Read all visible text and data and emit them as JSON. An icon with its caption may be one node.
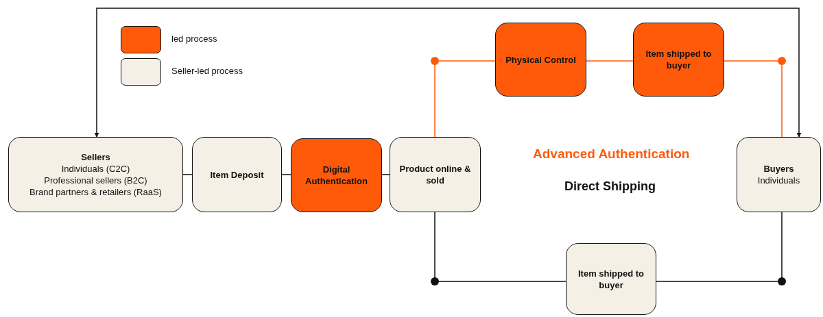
{
  "diagram": {
    "nodes": [
      {
        "text": [
          "Sellers",
          "Individuals (C2C)",
          "Professional sellers (B2C)",
          "Brand partners & retailers (RaaS)"
        ]
      },
      {
        "text": [
          "Item Deposit"
        ]
      },
      {
        "text": [
          "Digital Authentication"
        ]
      },
      {
        "text": [
          "Product online & sold"
        ]
      },
      {
        "text": [
          "Physical Control"
        ]
      },
      {
        "text": [
          "Item shipped to buyer"
        ]
      },
      {
        "text": [
          "Buyers",
          "Individuals"
        ]
      },
      {
        "text": [
          "Item shipped to buyer"
        ]
      }
    ],
    "edges": [
      {
        "from": 0,
        "to": 1,
        "arrow": "none"
      },
      {
        "from": 1,
        "to": 2,
        "arrow": "none"
      },
      {
        "from": 2,
        "to": 3,
        "arrow": "none"
      },
      {
        "from": 3,
        "to": 4,
        "arrow": "none",
        "color": "#ff5a0a"
      },
      {
        "from": 4,
        "to": 5,
        "arrow": "none",
        "color": "#ff5a0a"
      },
      {
        "from": 5,
        "to": 6,
        "arrow": "none",
        "color": "#ff5a0a"
      },
      {
        "from": 0,
        "to": 6,
        "arrow": "both"
      },
      {
        "from": 3,
        "to": 7,
        "arrow": "none"
      },
      {
        "from": 7,
        "to": 6,
        "arrow": "none"
      }
    ],
    "labels": [
      "Advanced Authentication",
      "Direct Shipping"
    ],
    "legend": [
      {
        "text": "led process",
        "color": "#ff5a0a"
      },
      {
        "text": "Seller-led process",
        "color": "#f5f0e6"
      }
    ]
  }
}
